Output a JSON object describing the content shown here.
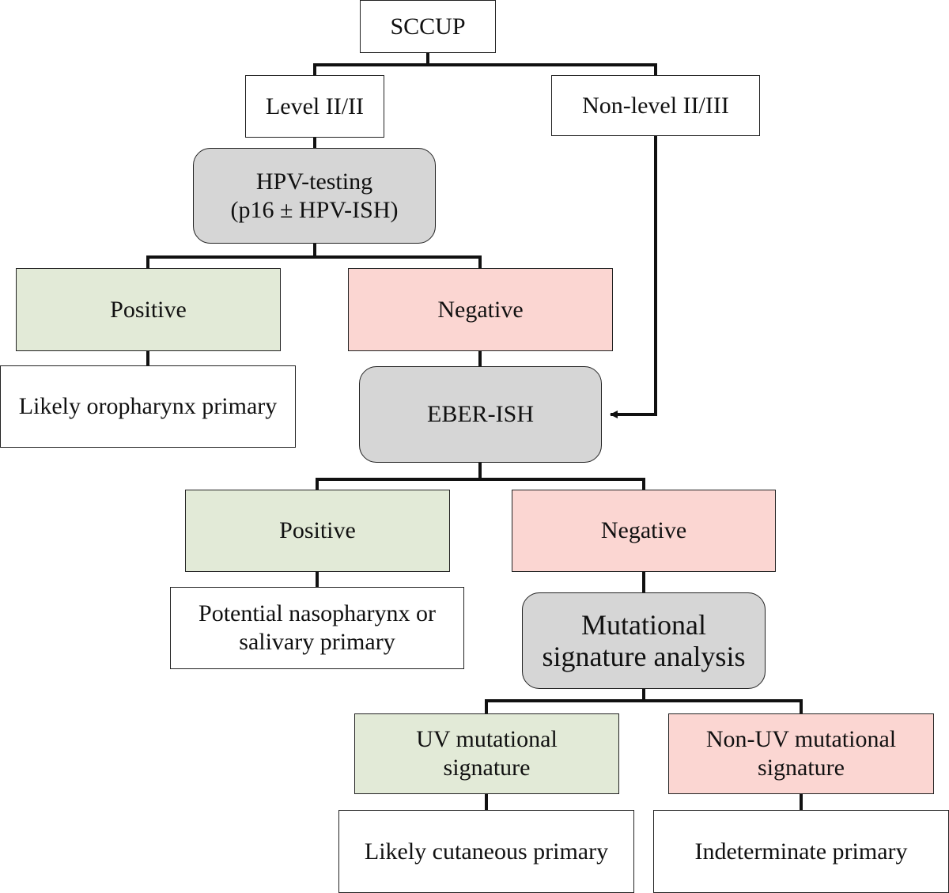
{
  "diagram": {
    "nodes": {
      "sccup": "SCCUP",
      "level": "Level II/II",
      "nonlevel": "Non-level II/III",
      "hpv": "HPV-testing\n(p16 ± HPV-ISH)",
      "hpv_pos": "Positive",
      "hpv_neg": "Negative",
      "oro": "Likely oropharynx primary",
      "eber": "EBER-ISH",
      "eber_pos": "Positive",
      "eber_neg": "Negative",
      "naso": "Potential nasopharynx or\nsalivary primary",
      "mut": "Mutational\nsignature analysis",
      "uv": "UV mutational\nsignature",
      "nonuv": "Non-UV mutational\nsignature",
      "cut": "Likely cutaneous primary",
      "indet": "Indeterminate primary"
    },
    "colors": {
      "positive": "#e2ead7",
      "negative": "#fbd6d2",
      "test": "#d6d6d6",
      "line": "#111111"
    }
  }
}
